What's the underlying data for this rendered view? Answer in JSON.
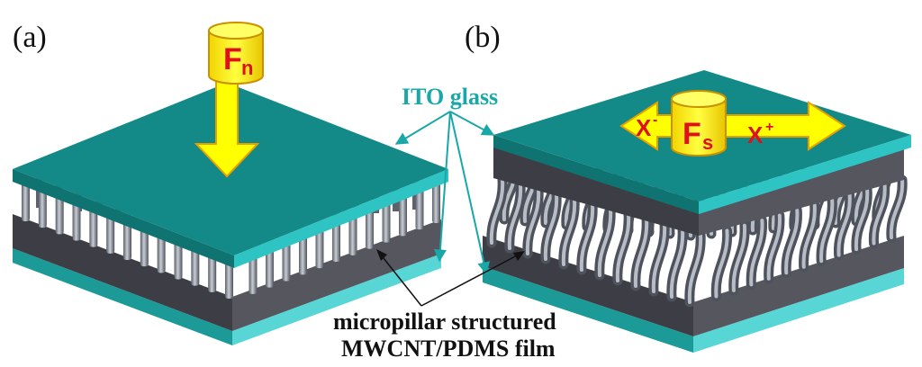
{
  "panels": {
    "a_label": "(a)",
    "b_label": "(b)"
  },
  "forces": {
    "normal_main": "F",
    "normal_sub": "n",
    "shear_main": "F",
    "shear_sub": "s",
    "x_minus_main": "X",
    "x_minus_sup": "-",
    "x_plus_main": "X",
    "x_plus_sup": "+"
  },
  "labels": {
    "ito": "ITO glass",
    "film_line1": "micropillar structured",
    "film_line2": "MWCNT/PDMS film"
  },
  "colors": {
    "ito_top": "#138a87",
    "ito_edge": "#25b8b8",
    "film_top": "#5e5f66",
    "film_side": "#3c3d44",
    "pillar": "#7f8590",
    "arrow_fill": "#ffff00",
    "arrow_stroke": "#e8a000",
    "label_teal": "#1aa7a7",
    "force_red": "#e0101a"
  }
}
